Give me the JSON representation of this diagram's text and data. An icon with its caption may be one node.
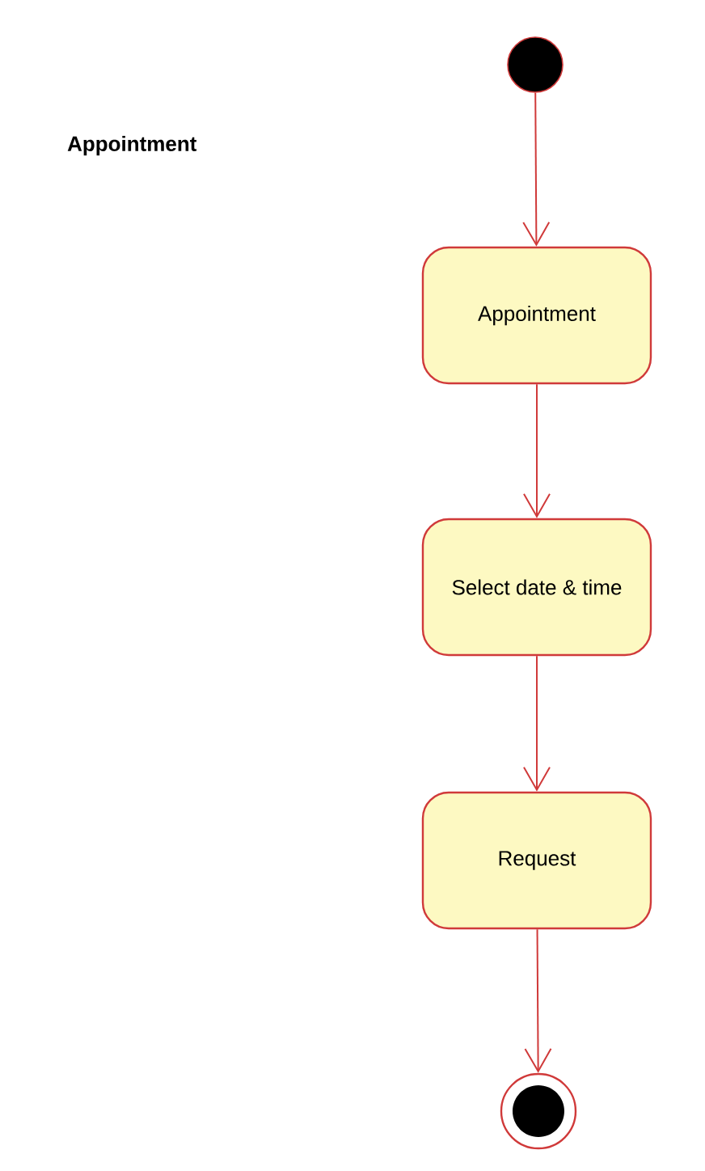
{
  "diagram": {
    "title": "Appointment",
    "nodes": [
      {
        "text": [],
        "shape": "circle"
      },
      {
        "text": [
          "Appointment"
        ]
      },
      {
        "text": [
          "Select date & time"
        ]
      },
      {
        "text": [
          "Request"
        ]
      },
      {
        "text": [],
        "shape": "bullseye"
      }
    ],
    "edges": [
      {
        "from": 0,
        "to": 1,
        "arrow": "to"
      },
      {
        "from": 1,
        "to": 2,
        "arrow": "to"
      },
      {
        "from": 2,
        "to": 3,
        "arrow": "to"
      },
      {
        "from": 3,
        "to": 4,
        "arrow": "to"
      }
    ]
  }
}
